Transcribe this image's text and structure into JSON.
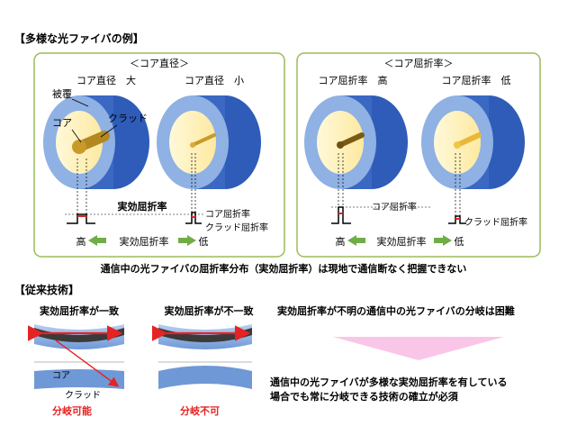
{
  "section1": {
    "heading": "【多様な光ファイバの例】",
    "panel_left": {
      "title": "＜コア直径＞",
      "label_large": "コア直径　大",
      "label_small": "コア直径　小",
      "label_coating": "被覆",
      "label_core": "コア",
      "label_clad": "クラッド",
      "label_effective_index": "実効屈折率",
      "label_core_index": "コア屈折率",
      "label_clad_index": "クラッド屈折率",
      "scale_high": "高",
      "scale_mid": "実効屈折率",
      "scale_low": "低"
    },
    "panel_right": {
      "title": "＜コア屈折率＞",
      "label_high": "コア屈折率　高",
      "label_low": "コア屈折率　低",
      "label_core_index": "コア屈折率",
      "label_clad_index": "クラッド屈折率",
      "scale_high": "高",
      "scale_mid": "実効屈折率",
      "scale_low": "低"
    },
    "caption": "通信中の光ファイバの屈折率分布（実効屈折率）は現地で通信断なく把握できない"
  },
  "section2": {
    "heading": "【従来技術】",
    "match_label": "実効屈折率が一致",
    "mismatch_label": "実効屈折率が不一致",
    "core_label": "コア",
    "clad_label": "クラッド",
    "possible": "分岐可能",
    "impossible": "分岐不可",
    "problem": "実効屈折率が不明の通信中の光ファイバの分岐は困難",
    "need_line1": "通信中の光ファイバが多様な実効屈折率を有している",
    "need_line2": "場合でも常に分岐できる技術の確立が必須"
  },
  "colors": {
    "panel_border": "#9bbb59",
    "outer_blue": "#3f6fc4",
    "mid_blue": "#8fb1e3",
    "clad_yellow": "#fdf1b4",
    "core_gold": "#c79a2a",
    "arrow_green": "#70ad47",
    "red": "#e52323",
    "pink": "#f9c6e8"
  }
}
